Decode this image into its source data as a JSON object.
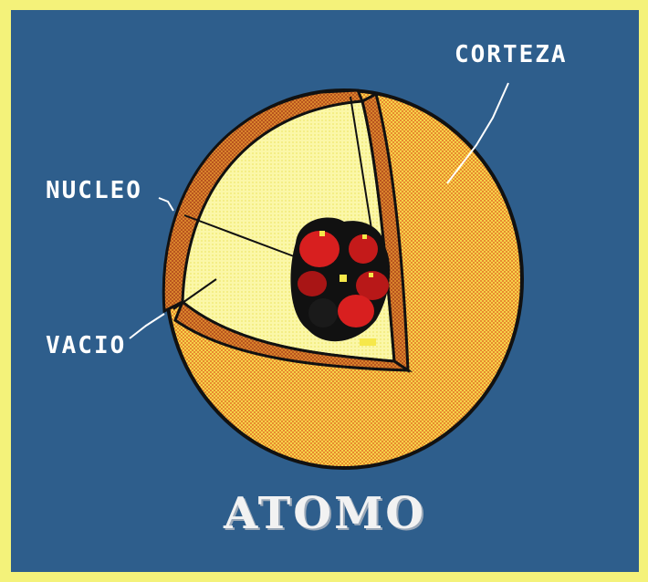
{
  "title": "ATOMO",
  "labels": {
    "corteza": "CORTEZA",
    "nucleo": "NUCLEO",
    "vacio": "VACIO"
  },
  "colors": {
    "outer_border": "#f4f27a",
    "background": "#2e5e8c",
    "shell": "#e9a13a",
    "inner_space": "#fbf7a8",
    "nucleon": "#d81f1f",
    "outline": "#111111",
    "label": "#ffffff"
  }
}
